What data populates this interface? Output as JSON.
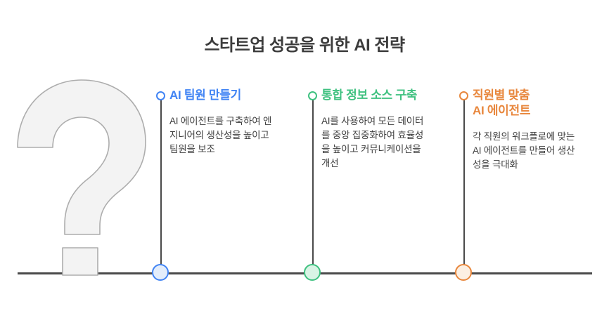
{
  "page": {
    "title": "스타트업 성공을 위한 AI 전략"
  },
  "colors": {
    "line": "#4A4A4A",
    "heading_text": "#3C3C3C",
    "body_text": "#3F3F3F",
    "question_mark_fill": "#F3F3F3",
    "question_mark_stroke": "#ADADAD"
  },
  "decor": {
    "question_mark_glyph": "?"
  },
  "items": [
    {
      "title": "AI 팀원 만들기",
      "description": "AI 에이전트를 구축하여 엔\n지니어의 생산성을 높이고\n팀원을 보조",
      "accent": "#4184F4",
      "node_fill": "#E3EDFB"
    },
    {
      "title": "통합 정보 소스 구축",
      "description": "AI를 사용하여 모든 데이터\n를 중앙 집중화하여 효율성\n을 높이고 커뮤니케이션을\n개선",
      "accent": "#3FC180",
      "node_fill": "#D9F4E5"
    },
    {
      "title": "직원별 맞춤\nAI 에이전트",
      "description": "각 직원의 워크플로에 맞는\nAI 에이전트를 만들어 생산\n성을 극대화",
      "accent": "#E8873D",
      "node_fill": "#FCEFE2"
    }
  ]
}
